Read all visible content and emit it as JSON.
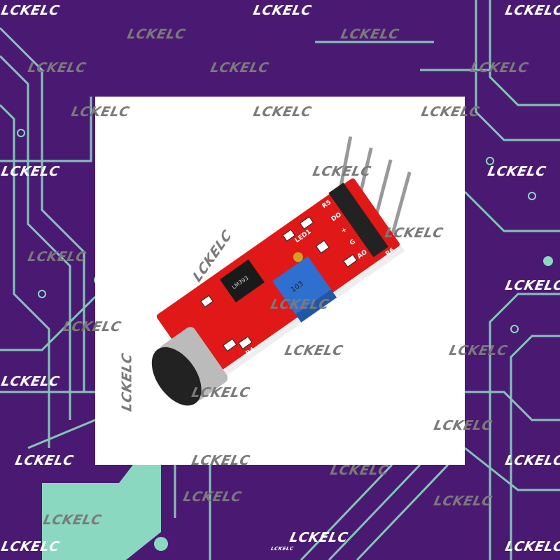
{
  "watermark": "LCKELC",
  "board_labels": {
    "r5": "R5",
    "do": "DO",
    "plus": "+",
    "g": "G",
    "ao": "AO",
    "r6": "R6",
    "led1": "LED1",
    "r4": "R4",
    "chip": "LM393",
    "pot": "103"
  },
  "colors": {
    "background": "#4a1a73",
    "traces": "#8ad8c0",
    "board": "#e01818",
    "potentiometer": "#2f6fd0"
  }
}
